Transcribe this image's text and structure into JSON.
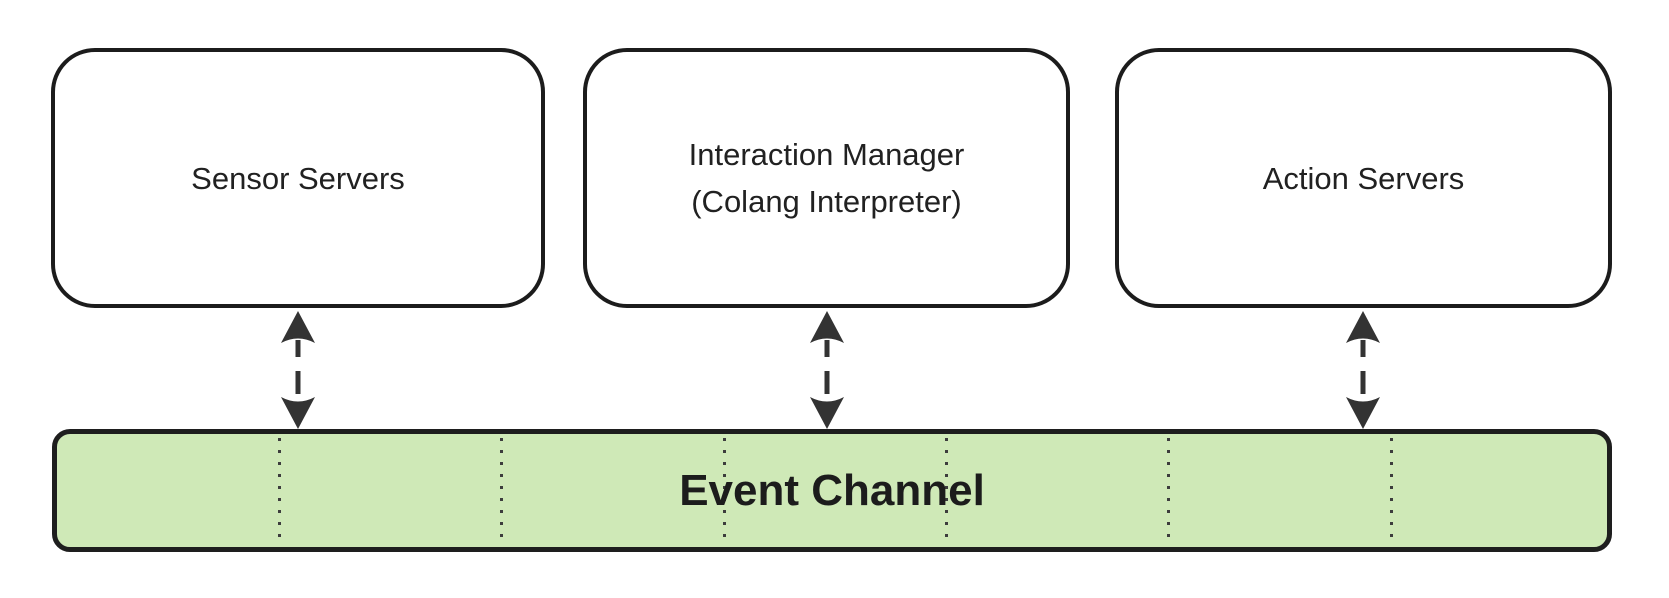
{
  "diagram": {
    "kind": "architecture-diagram",
    "nodes": [
      {
        "id": "sensor-servers",
        "lines": [
          "Sensor Servers"
        ]
      },
      {
        "id": "interaction-manager",
        "lines": [
          "Interaction Manager",
          "(Colang Interpreter)"
        ]
      },
      {
        "id": "action-servers",
        "lines": [
          "Action Servers"
        ]
      }
    ],
    "channel": {
      "id": "event-channel",
      "label": "Event Channel",
      "slot_divider_count": 6
    },
    "connections": [
      {
        "from": "sensor-servers",
        "to": "event-channel",
        "style": "dashed",
        "direction": "bidirectional"
      },
      {
        "from": "interaction-manager",
        "to": "event-channel",
        "style": "dashed",
        "direction": "bidirectional"
      },
      {
        "from": "action-servers",
        "to": "event-channel",
        "style": "dashed",
        "direction": "bidirectional"
      }
    ],
    "colors": {
      "background": "#ffffff",
      "node_fill": "#ffffff",
      "node_stroke": "#1c1c1c",
      "channel_fill": "#cfe9b7",
      "channel_stroke": "#1e1e1e",
      "arrow": "#333333",
      "text": "#212121",
      "slot_divider": "#3d3d3d"
    }
  }
}
